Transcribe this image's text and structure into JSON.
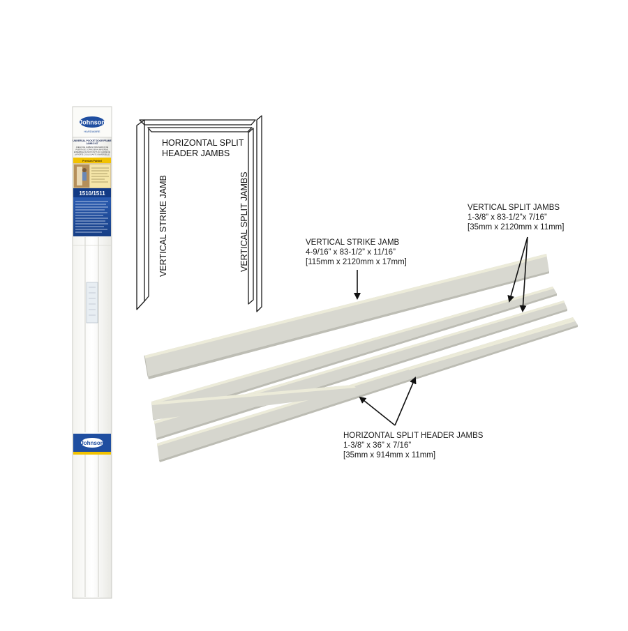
{
  "package": {
    "brand": "Johnson",
    "brand_tag": "HARDWARE",
    "title_lines": [
      "UNIVERSAL POCKET DOOR FRAME",
      "JAMBS KIT"
    ],
    "french_lines": [
      "JUEGO DE JAMBAS PARA MARCO DE",
      "PUERTA DE CORREDERA UNIVERSAL",
      "ENSEMBLE DE MONTANTS DU CADRE DE",
      "LA PORTE COULISSANTE UNIVERSELLE"
    ],
    "band_label": "Premium Painted",
    "model": "1510/1511",
    "bottom_brand": "Johnson"
  },
  "diagram": {
    "header_label_lines": [
      "HORIZONTAL SPLIT",
      "HEADER JAMBS"
    ],
    "strike_label": "VERTICAL STRIKE JAMB",
    "split_label": "VERTICAL SPLIT JAMBS"
  },
  "callouts": {
    "vertical_split": {
      "title": "VERTICAL SPLIT JAMBS",
      "dims_in": "1-3/8” x 83-1/2”x 7/16”",
      "dims_mm": "[35mm x 2120mm x 11mm]"
    },
    "vertical_strike": {
      "title": "VERTICAL STRIKE JAMB",
      "dims_in": "4-9/16” x 83-1/2” x 11/16”",
      "dims_mm": "[115mm x 2120mm x 17mm]"
    },
    "horizontal_header": {
      "title": "HORIZONTAL SPLIT HEADER JAMBS",
      "dims_in": "1-3/8” x 36” x 7/16”",
      "dims_mm": "[35mm x 914mm x 11mm]"
    }
  },
  "colors": {
    "jamb_face": "#d8d8d0",
    "jamb_edge": "#ecebd9",
    "jamb_shadow": "#bdbdb4",
    "package_blue": "#1f4ea0",
    "package_yellow": "#f2c200"
  }
}
